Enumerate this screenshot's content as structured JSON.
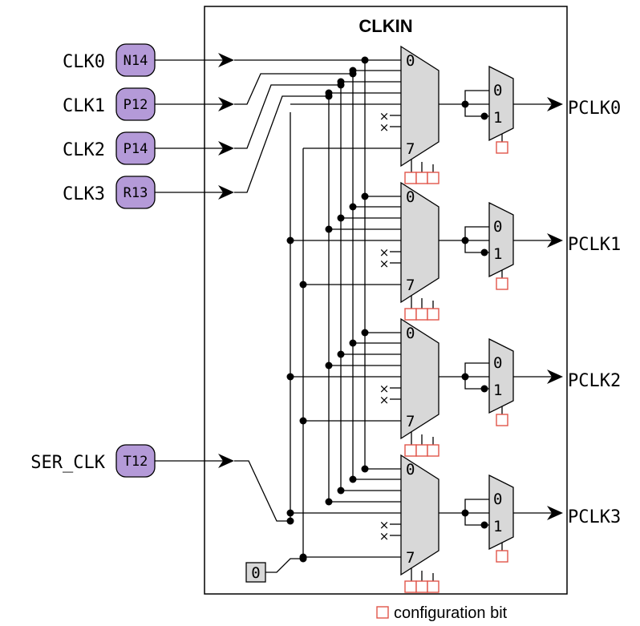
{
  "block_title": "CLKIN",
  "inputs": [
    {
      "name": "CLK0",
      "pin": "N14"
    },
    {
      "name": "CLK1",
      "pin": "P12"
    },
    {
      "name": "CLK2",
      "pin": "P14"
    },
    {
      "name": "CLK3",
      "pin": "R13"
    },
    {
      "name": "SER_CLK",
      "pin": "T12"
    }
  ],
  "outputs": [
    "PCLK0",
    "PCLK1",
    "PCLK2",
    "PCLK3"
  ],
  "mux8_labels": {
    "first": "0",
    "last": "7"
  },
  "mux2_labels": {
    "first": "0",
    "second": "1"
  },
  "constant_input": "0",
  "unused_marker": "×",
  "legend": {
    "label": "configuration bit"
  },
  "colors": {
    "pin_fill": "#b49ad8",
    "mux_fill": "#d8d8d8",
    "config_bit": "#e0554a"
  }
}
